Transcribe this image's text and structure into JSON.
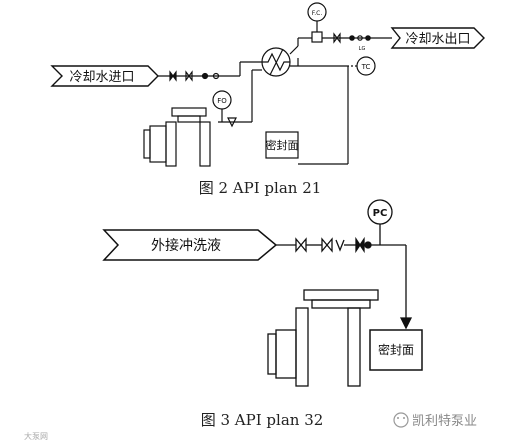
{
  "figure2": {
    "caption": "图 2   API plan 21",
    "inlet_label": "冷却水进口",
    "outlet_label": "冷却水出口",
    "fc_instrument": "F.C.",
    "tc_instrument": "TC",
    "fo_instrument": "FO",
    "lg_label": "LG",
    "seal_label": "密封面"
  },
  "figure3": {
    "caption": "图 3   API plan 32",
    "inlet_label": "外接冲洗液",
    "pc_instrument": "PC",
    "seal_label": "密封面"
  },
  "watermark": {
    "brand": "凯利特泵业",
    "corner": "大泵网"
  }
}
